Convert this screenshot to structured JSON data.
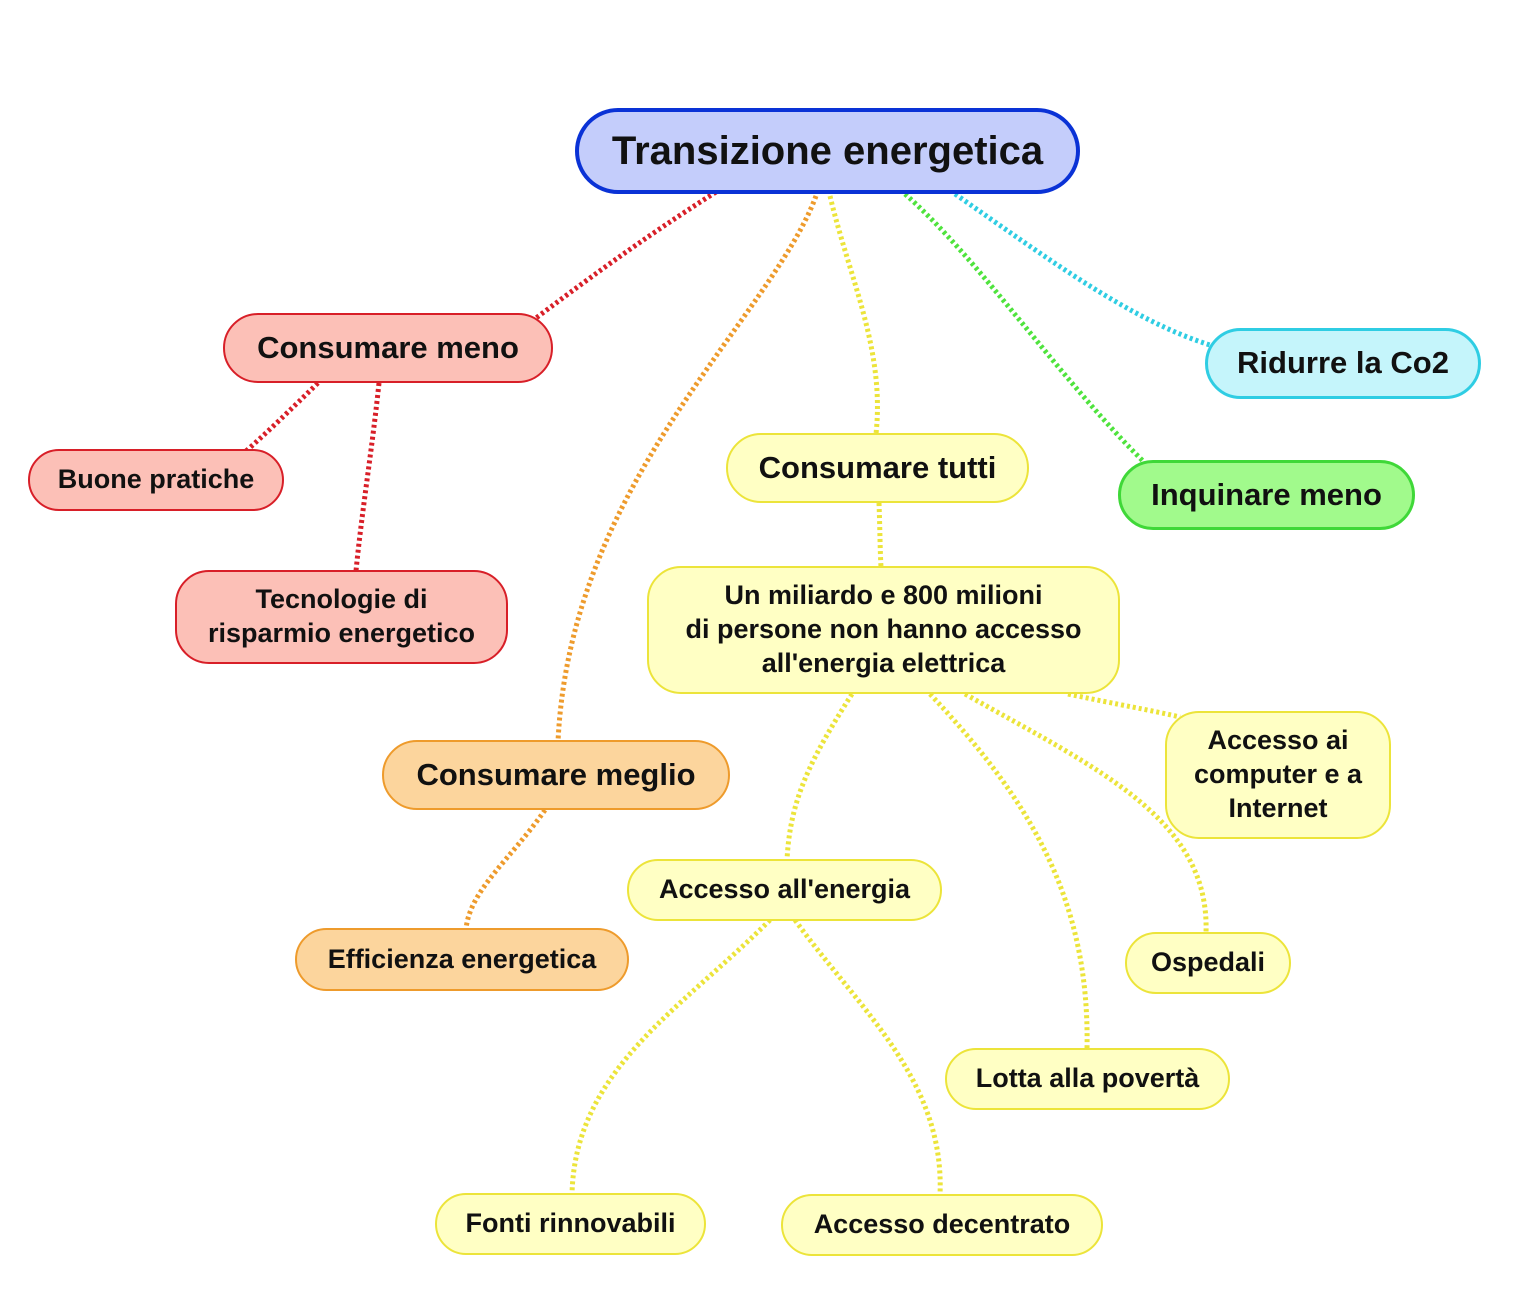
{
  "colors": {
    "red": "#d81f28",
    "orange": "#ee9b2c",
    "yellow": "#ece43a",
    "green": "#4fe33d",
    "cyan": "#2fcde3",
    "root_border": "#0a32d6",
    "root_fill": "#c4cdfb"
  },
  "root": {
    "label": "Transizione energetica"
  },
  "branches": {
    "consumare_meno": {
      "label": "Consumare meno"
    },
    "buone_pratiche": {
      "label": "Buone pratiche"
    },
    "tecnologie": {
      "lines": [
        "Tecnologie di",
        "risparmio energetico"
      ]
    },
    "consumare_meglio": {
      "label": "Consumare meglio"
    },
    "efficienza": {
      "label": "Efficienza energetica"
    },
    "consumare_tutti": {
      "label": "Consumare tutti"
    },
    "un_miliardo": {
      "lines": [
        "Un miliardo e 800 milioni",
        "di persone non hanno accesso",
        "all'energia elettrica"
      ]
    },
    "accesso_energia": {
      "label": "Accesso all'energia"
    },
    "fonti_rinnovabili": {
      "label": "Fonti rinnovabili"
    },
    "accesso_decentrato": {
      "label": "Accesso decentrato"
    },
    "lotta_poverta": {
      "label": "Lotta alla povertà"
    },
    "ospedali": {
      "label": "Ospedali"
    },
    "accesso_computer": {
      "lines": [
        "Accesso ai",
        "computer e a",
        "Internet"
      ]
    },
    "inquinare_meno": {
      "label": "Inquinare meno"
    },
    "ridurre_co2": {
      "label": "Ridurre la Co2"
    }
  },
  "connections": [
    {
      "from": "root",
      "to": "consumare_meno",
      "color": "red"
    },
    {
      "from": "root",
      "to": "consumare_meglio",
      "color": "orange"
    },
    {
      "from": "root",
      "to": "consumare_tutti",
      "color": "yellow"
    },
    {
      "from": "root",
      "to": "inquinare_meno",
      "color": "green"
    },
    {
      "from": "root",
      "to": "ridurre_co2",
      "color": "cyan"
    },
    {
      "from": "consumare_meno",
      "to": "buone_pratiche",
      "color": "red"
    },
    {
      "from": "consumare_meno",
      "to": "tecnologie",
      "color": "red"
    },
    {
      "from": "consumare_meglio",
      "to": "efficienza",
      "color": "orange"
    },
    {
      "from": "consumare_tutti",
      "to": "un_miliardo",
      "color": "yellow"
    },
    {
      "from": "un_miliardo",
      "to": "accesso_energia",
      "color": "yellow"
    },
    {
      "from": "un_miliardo",
      "to": "lotta_poverta",
      "color": "yellow"
    },
    {
      "from": "un_miliardo",
      "to": "ospedali",
      "color": "yellow"
    },
    {
      "from": "un_miliardo",
      "to": "accesso_computer",
      "color": "yellow"
    },
    {
      "from": "accesso_energia",
      "to": "fonti_rinnovabili",
      "color": "yellow"
    },
    {
      "from": "accesso_energia",
      "to": "accesso_decentrato",
      "color": "yellow"
    }
  ]
}
